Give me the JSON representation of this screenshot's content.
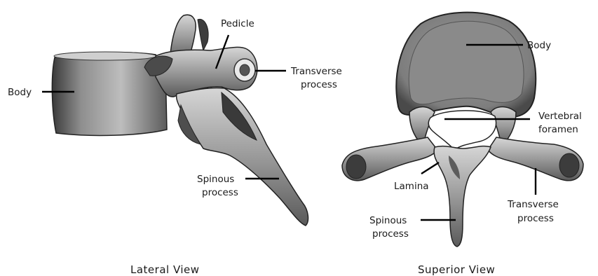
{
  "lateral_view": {
    "caption": "Lateral View",
    "labels": {
      "pedicle": "Pedicle",
      "transverse_line1": "Transverse",
      "transverse_line2": "process",
      "body": "Body",
      "spinous_line1": "Spinous",
      "spinous_line2": "process"
    }
  },
  "superior_view": {
    "caption": "Superior View",
    "labels": {
      "body": "Body",
      "foramen_line1": "Vertebral",
      "foramen_line2": "foramen",
      "lamina": "Lamina",
      "transverse_line1": "Transverse",
      "transverse_line2": "process",
      "spinous_line1": "Spinous",
      "spinous_line2": "process"
    }
  }
}
